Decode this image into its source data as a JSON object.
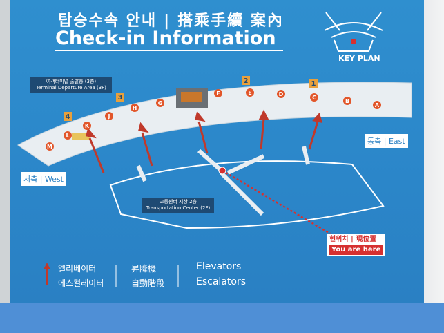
{
  "sign": {
    "title_ko": "탑승수속 안내",
    "title_zh": "搭乘手續 案內",
    "title_en": "Check-in Information",
    "key_plan": "KEY PLAN",
    "departure_tag_ko": "여객터미널 출발층 (3층)",
    "departure_tag_en": "Terminal Departure Area (3F)",
    "transport_tag_ko": "교통센터 지상 2층",
    "transport_tag_en": "Transportation Center (2F)",
    "west_ko": "서측",
    "west_en": "West",
    "east_ko": "동측",
    "east_en": "East",
    "here_ko": "현위치",
    "here_zh": "現位置",
    "here_en": "You are here",
    "legend_elevators_ko": "엘리베이터",
    "legend_escalators_ko": "에스컬레이터",
    "legend_elevators_zh": "昇降機",
    "legend_escalators_zh": "自動階段",
    "legend_elevators_en": "Elevators",
    "legend_escalators_en": "Escalators",
    "counters": [
      "A",
      "B",
      "C",
      "D",
      "E",
      "F",
      "G",
      "H",
      "J",
      "K",
      "L",
      "M"
    ],
    "zones": [
      "1",
      "2",
      "3",
      "4"
    ]
  }
}
